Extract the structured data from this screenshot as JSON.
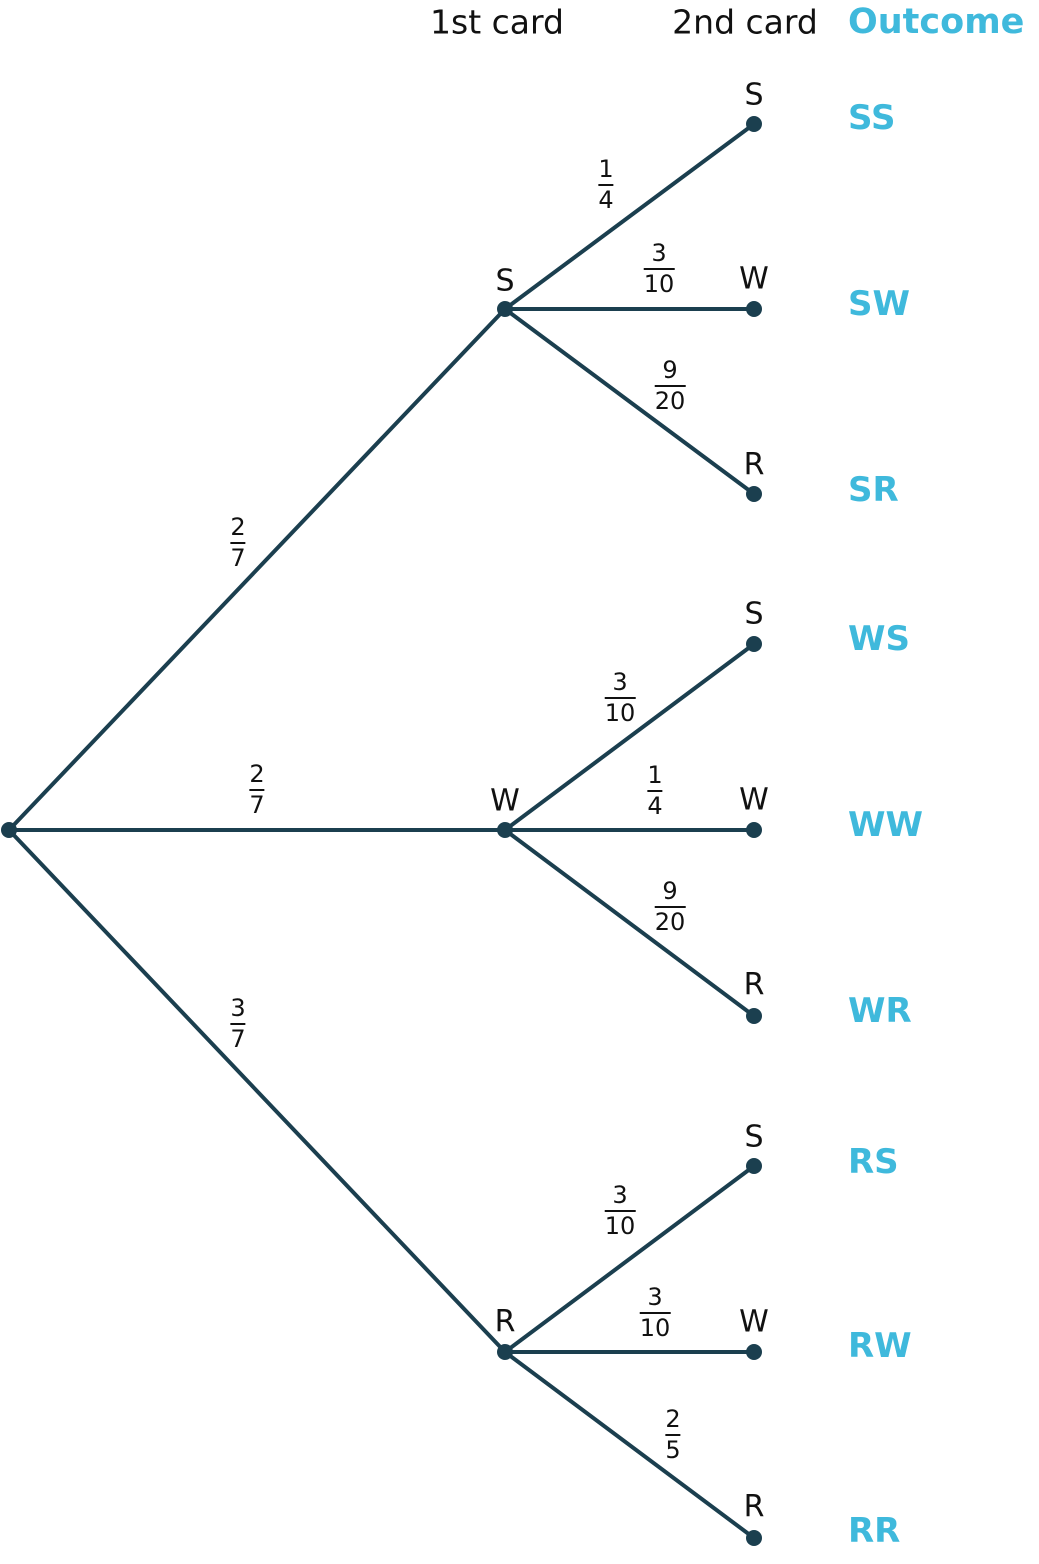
{
  "headers": {
    "first_card": "1st card",
    "second_card": "2nd card",
    "outcome": "Outcome"
  },
  "colors": {
    "line": "#1b3f4f",
    "outcome": "#3fb9dc"
  },
  "first_level": [
    {
      "label": "S",
      "num": "2",
      "den": "7"
    },
    {
      "label": "W",
      "num": "2",
      "den": "7"
    },
    {
      "label": "R",
      "num": "3",
      "den": "7"
    }
  ],
  "second_level": [
    {
      "label": "S",
      "num": "1",
      "den": "4",
      "outcome": "SS"
    },
    {
      "label": "W",
      "num": "3",
      "den": "10",
      "outcome": "SW"
    },
    {
      "label": "R",
      "num": "9",
      "den": "20",
      "outcome": "SR"
    },
    {
      "label": "S",
      "num": "3",
      "den": "10",
      "outcome": "WS"
    },
    {
      "label": "W",
      "num": "1",
      "den": "4",
      "outcome": "WW"
    },
    {
      "label": "R",
      "num": "9",
      "den": "20",
      "outcome": "WR"
    },
    {
      "label": "S",
      "num": "3",
      "den": "10",
      "outcome": "RS"
    },
    {
      "label": "W",
      "num": "3",
      "den": "10",
      "outcome": "RW"
    },
    {
      "label": "R",
      "num": "2",
      "den": "5",
      "outcome": "RR"
    }
  ]
}
